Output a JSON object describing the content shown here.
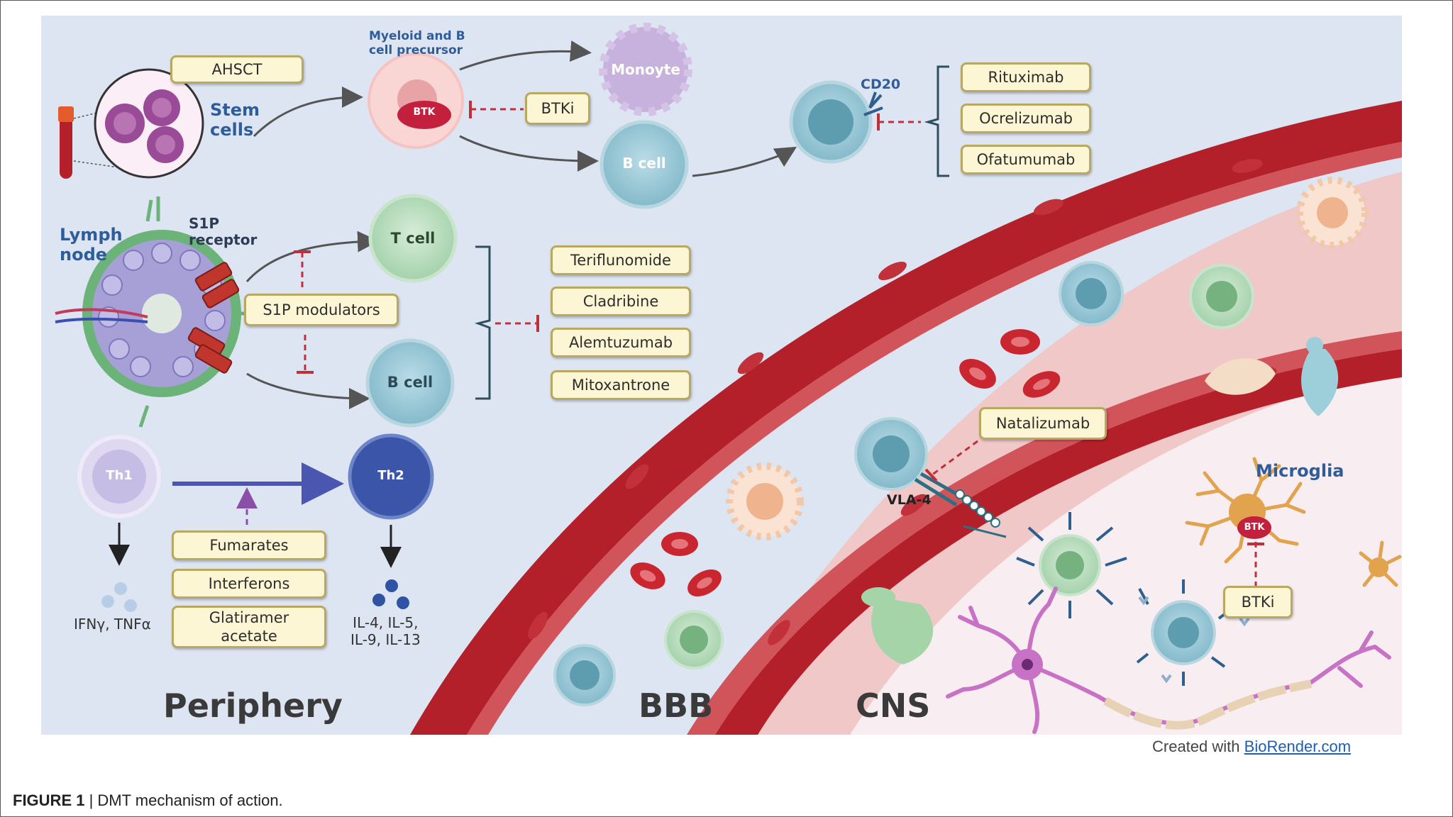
{
  "labels": {
    "ahsct": "AHSCT",
    "stem_cells": "Stem\ncells",
    "myeloid_precursor": "Myeloid and B\ncell precursor",
    "btk": "BTK",
    "btki": "BTKi",
    "monocyte": "Monoyte",
    "b_cell": "B cell",
    "cd20": "CD20",
    "lymph_node": "Lymph\nnode",
    "s1p_receptor": "S1P\nreceptor",
    "s1p_modulators": "S1P modulators",
    "t_cell": "T cell",
    "th1": "Th1",
    "th2": "Th2",
    "th1_cytokines": "IFNγ, TNFα",
    "th2_cytokines": "IL-4, IL-5,\nIL-9, IL-13",
    "natalizumab": "Natalizumab",
    "vla4": "VLA-4",
    "microglia": "Microglia"
  },
  "anti_cd20_drugs": [
    "Rituximab",
    "Ocrelizumab",
    "Ofatumumab"
  ],
  "lymphocyte_drugs": [
    "Teriflunomide",
    "Cladribine",
    "Alemtuzumab",
    "Mitoxantrone"
  ],
  "th_shift_drugs": [
    "Fumarates",
    "Interferons",
    "Glatiramer\nacetate"
  ],
  "regions": {
    "periphery": "Periphery",
    "bbb": "BBB",
    "cns": "CNS"
  },
  "credit": {
    "prefix": "Created with",
    "link": "BioRender.com"
  },
  "caption": {
    "label": "FIGURE 1",
    "separator": " | ",
    "text": "DMT mechanism of action."
  },
  "colors": {
    "panel_bg": "#dde5f2",
    "vessel_wall": "#b3202a",
    "vessel_lumen": "#f0c8c8",
    "cns_bg": "#f8eef2",
    "drug_box_fill": "#fdf6d5",
    "drug_box_border": "#b9a862",
    "inhibition": "#c0303a",
    "label_blue": "#2f5d9a"
  },
  "icons": [
    "blood-tube-icon",
    "lymph-node-icon",
    "s1p-receptor-icon",
    "red-blood-cell-icon",
    "microglia-icon",
    "neuron-icon",
    "antibody-icon"
  ]
}
